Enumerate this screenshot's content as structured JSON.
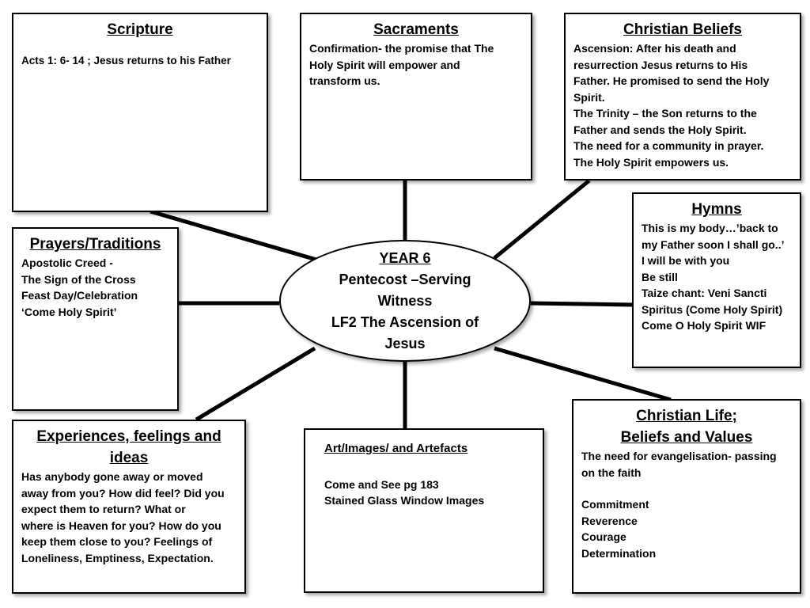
{
  "center": {
    "title": "YEAR 6",
    "lines": [
      "Pentecost –Serving",
      "Witness",
      "LF2 The Ascension of",
      "Jesus"
    ]
  },
  "scripture": {
    "title": "Scripture",
    "lines": [
      "Acts 1: 6- 14 ; Jesus returns to his Father"
    ]
  },
  "sacraments": {
    "title": "Sacraments",
    "lines": [
      "Confirmation- the promise that The",
      "Holy Spirit will empower and",
      "transform us."
    ]
  },
  "christian_beliefs": {
    "title": "Christian Beliefs",
    "lines": [
      "Ascension:  After his death and",
      "resurrection Jesus returns to His",
      "Father. He promised to send the Holy",
      "Spirit.",
      "The Trinity – the Son returns to the",
      "Father and sends the Holy Spirit.",
      "The need for a community in prayer.",
      "The Holy Spirit empowers us."
    ]
  },
  "hymns": {
    "title": "Hymns",
    "lines": [
      "This is my body…’back to",
      "my Father soon I shall go..’",
      "I will be with you",
      "Be still",
      "Taize chant: Veni Sancti",
      "Spiritus (Come Holy Spirit)",
      "Come O Holy Spirit WIF"
    ]
  },
  "prayers": {
    "title": "Prayers/Traditions",
    "lines": [
      "Apostolic Creed -",
      "The Sign of the Cross",
      "Feast Day/Celebration",
      "‘Come Holy Spirit’"
    ]
  },
  "experiences": {
    "title_line1": "Experiences, feelings and",
    "title_line2": "ideas",
    "lines": [
      "Has anybody gone away or moved",
      "away from you? How did feel? Did you",
      "expect them to return?  What or",
      "where is Heaven for you? How do you",
      "keep them close to you? Feelings of",
      "Loneliness, Emptiness, Expectation."
    ]
  },
  "art": {
    "title": "Art/Images/ and Artefacts",
    "lines": [
      "Come and See pg 183",
      "Stained Glass Window Images"
    ]
  },
  "christian_life": {
    "title_line1": "Christian Life;",
    "title_line2": "Beliefs and Values",
    "lines_a": [
      "The need for evangelisation- passing",
      "on the faith"
    ],
    "lines_b": [
      "Commitment",
      "Reverence",
      "Courage",
      "Determination"
    ]
  }
}
